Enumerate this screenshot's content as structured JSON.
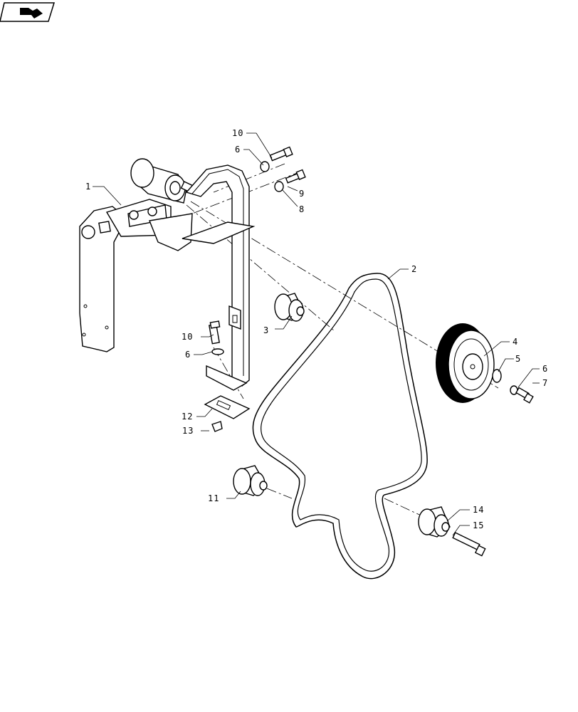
{
  "nav_icon": "page-turn-arrow-icon",
  "callouts": {
    "c1": "1",
    "c2": "2",
    "c3": "3",
    "c4": "4",
    "c5": "5",
    "c6a": "6",
    "c6b": "6",
    "c6c": "6",
    "c7": "7",
    "c8": "8",
    "c9": "9",
    "c10a": "10",
    "c10b": "10",
    "c11": "11",
    "c12": "12",
    "c13": "13",
    "c14": "14",
    "c15": "15"
  }
}
